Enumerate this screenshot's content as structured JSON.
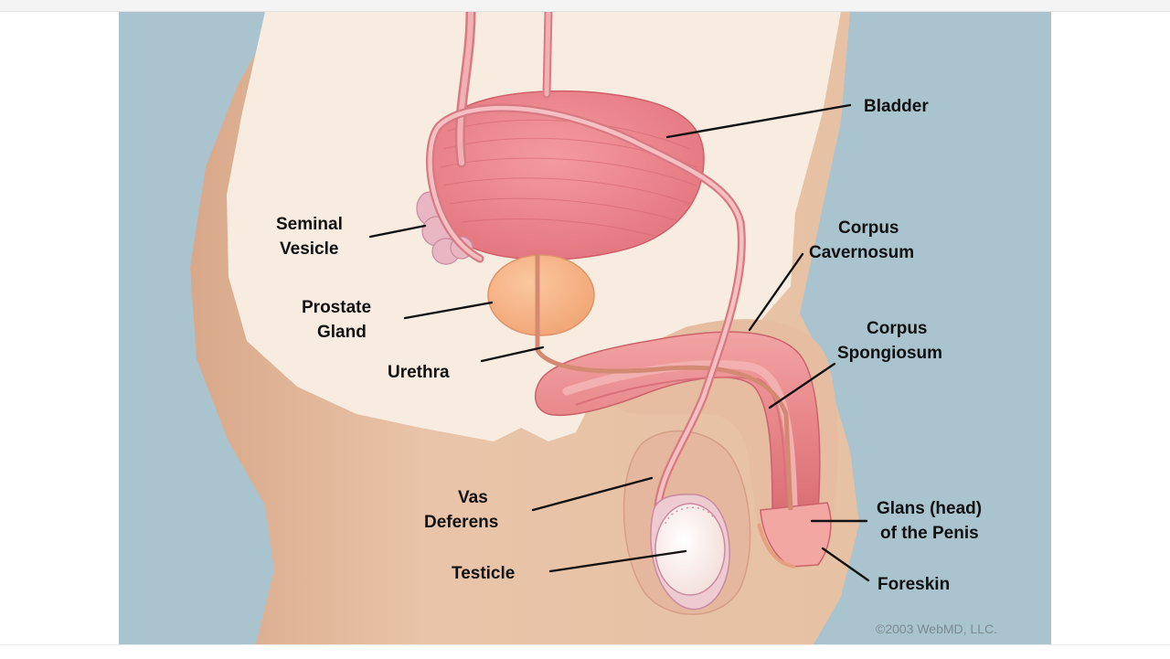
{
  "labels": {
    "bladder": [
      "Bladder"
    ],
    "seminal_vesicle": [
      "Seminal",
      "Vesicle"
    ],
    "prostate_gland": [
      "Prostate",
      "Gland"
    ],
    "urethra": [
      "Urethra"
    ],
    "corpus_cavernosum": [
      "Corpus",
      "Cavernosum"
    ],
    "corpus_spongiosum": [
      "Corpus",
      "Spongiosum"
    ],
    "vas_deferens": [
      "Vas",
      "Deferens"
    ],
    "testicle": [
      "Testicle"
    ],
    "glans": [
      "Glans (head)",
      "of the Penis"
    ],
    "foreskin": [
      "Foreskin"
    ]
  },
  "copyright": "©2003 WebMD, LLC.",
  "colors": {
    "background": "#a9c3cf",
    "skin": "#e8c2a6",
    "cavity": "#f8ece0",
    "organ": "#ee8a8f",
    "prostate": "#f7b588",
    "testis": "#fbf3ef"
  }
}
